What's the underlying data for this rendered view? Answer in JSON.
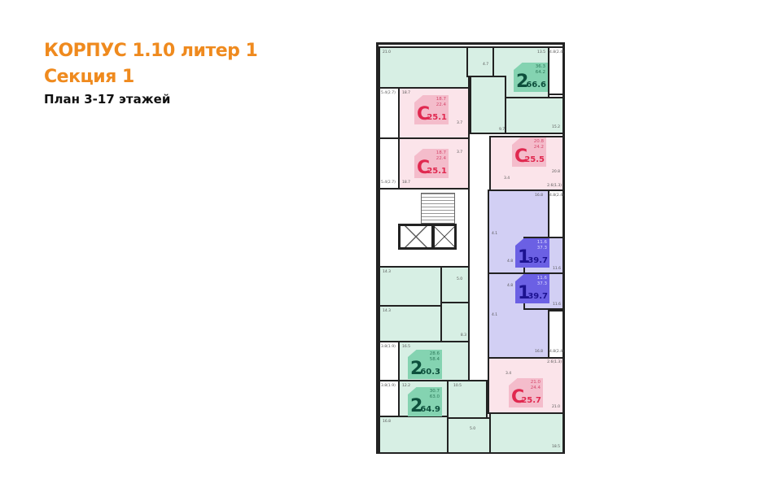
{
  "header": {
    "title": "КОРПУС 1.10 литер 1",
    "section": "Секция 1",
    "subtitle": "План 3-17 этажей"
  },
  "colors": {
    "title": "#ef8a1e",
    "two_room": "#d7efe4",
    "studio": "#fbe4ea",
    "one_room": "#d2cff4"
  },
  "apartments": [
    {
      "type": "2",
      "living": "36.3",
      "total_no_balcony": "64.2",
      "total": "66.6"
    },
    {
      "type": "С",
      "living": "18.7",
      "total_no_balcony": "22.4",
      "total": "25.1"
    },
    {
      "type": "С",
      "living": "18.7",
      "total_no_balcony": "22.4",
      "total": "25.1"
    },
    {
      "type": "С",
      "living": "20.8",
      "total_no_balcony": "24.2",
      "total": "25.5"
    },
    {
      "type": "1",
      "living": "11.6",
      "total_no_balcony": "37.3",
      "total": "39.7"
    },
    {
      "type": "1",
      "living": "11.6",
      "total_no_balcony": "37.3",
      "total": "39.7"
    },
    {
      "type": "С",
      "living": "21.0",
      "total_no_balcony": "24.4",
      "total": "25.7"
    },
    {
      "type": "2",
      "living": "28.6",
      "total_no_balcony": "58.4",
      "total": "60.3"
    },
    {
      "type": "2",
      "living": "30.7",
      "total_no_balcony": "63.0",
      "total": "64.9"
    }
  ],
  "rooms": [
    "21.0",
    "4.7",
    "13.5",
    "4.8(2.4)",
    "9.7",
    "15.2",
    "5.4(2.7)",
    "18.7",
    "3.7",
    "3.7",
    "5.4(2.7)",
    "18.7",
    "20.8",
    "3.4",
    "2.6(1.3)",
    "16.8",
    "4.8(2.4)",
    "4.1",
    "4.8",
    "11.6",
    "4.8",
    "11.6",
    "4.1",
    "16.8",
    "4.8(2.4)",
    "14.3",
    "5.0",
    "14.3",
    "8.3",
    "3.8(1.9)",
    "16.5",
    "3.8(1.9)",
    "12.2",
    "10.5",
    "2.6(1.3)",
    "3.4",
    "21.0",
    "16.8",
    "5.0",
    "18.5"
  ]
}
